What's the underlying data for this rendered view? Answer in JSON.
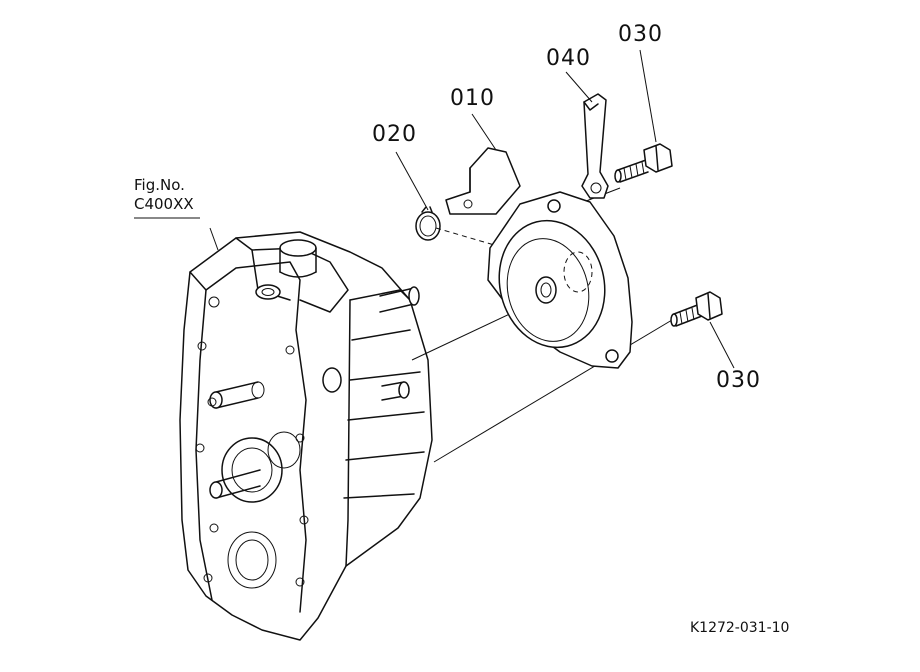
{
  "figure": {
    "fig_no_label": "Fig.No.",
    "fig_no_value": "C400XX",
    "drawing_code": "K1272-031-10"
  },
  "parts": [
    {
      "id": "010"
    },
    {
      "id": "020"
    },
    {
      "id": "030"
    },
    {
      "id": "040"
    },
    {
      "id": "030"
    }
  ]
}
